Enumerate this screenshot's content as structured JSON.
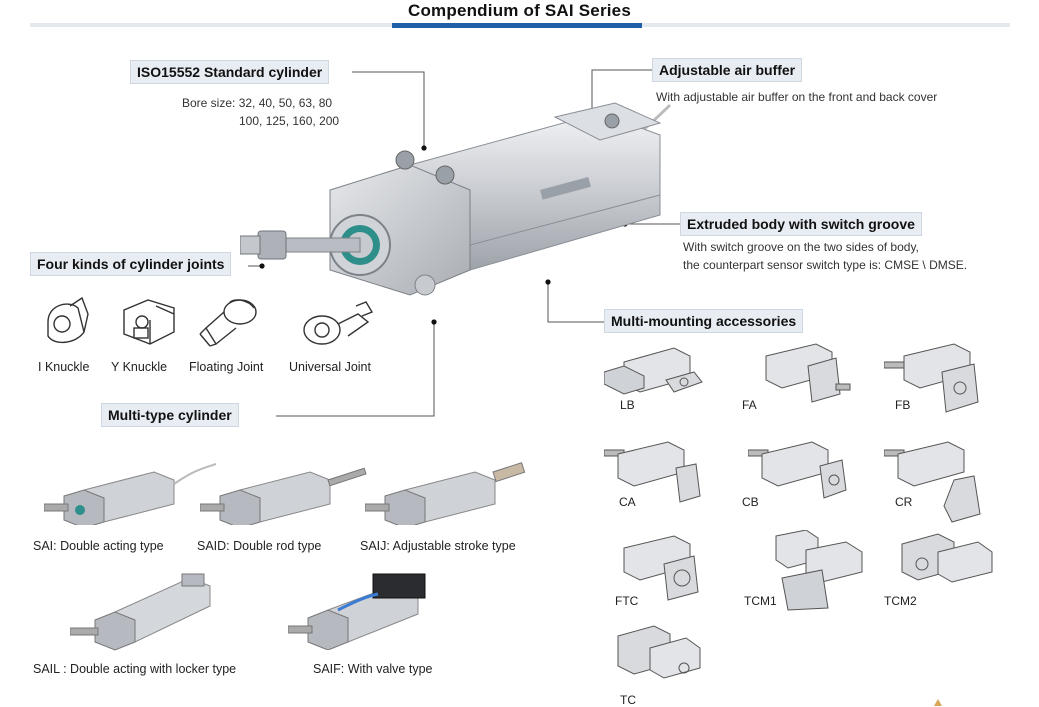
{
  "page": {
    "title": "Compendium of SAI Series"
  },
  "features": {
    "iso": {
      "label": "ISO15552 Standard cylinder",
      "line1": "Bore size: 32, 40, 50, 63, 80",
      "line2": "100, 125, 160, 200"
    },
    "buffer": {
      "label": "Adjustable air buffer",
      "desc": "With adjustable air buffer on the front and back cover"
    },
    "groove": {
      "label": "Extruded body with switch groove",
      "line1": "With switch groove on the two sides of body,",
      "line2": "the counterpart sensor switch type is: CMSE \\ DMSE."
    },
    "joints": {
      "label": "Four kinds of cylinder joints",
      "items": [
        "I Knuckle",
        "Y Knuckle",
        "Floating Joint",
        "Universal Joint"
      ]
    },
    "mounting": {
      "label": "Multi-mounting accessories"
    },
    "multitype": {
      "label": "Multi-type cylinder"
    }
  },
  "cylinders": [
    "SAI: Double acting type",
    "SAID: Double rod type",
    "SAIJ: Adjustable stroke type",
    "SAIL : Double acting with locker type",
    "SAIF: With valve type"
  ],
  "mountings": [
    "LB",
    "FA",
    "FB",
    "CA",
    "CB",
    "CR",
    "FTC",
    "TCM1",
    "TCM2",
    "TC"
  ],
  "colors": {
    "accent": "#1f5fa8",
    "label_bg": "#e8edf3",
    "leader": "#555555"
  },
  "icons": {
    "main": "pneumatic-cylinder-photo",
    "joint": "rod-end-joint-icon",
    "mount": "mounting-accessory-icon"
  }
}
